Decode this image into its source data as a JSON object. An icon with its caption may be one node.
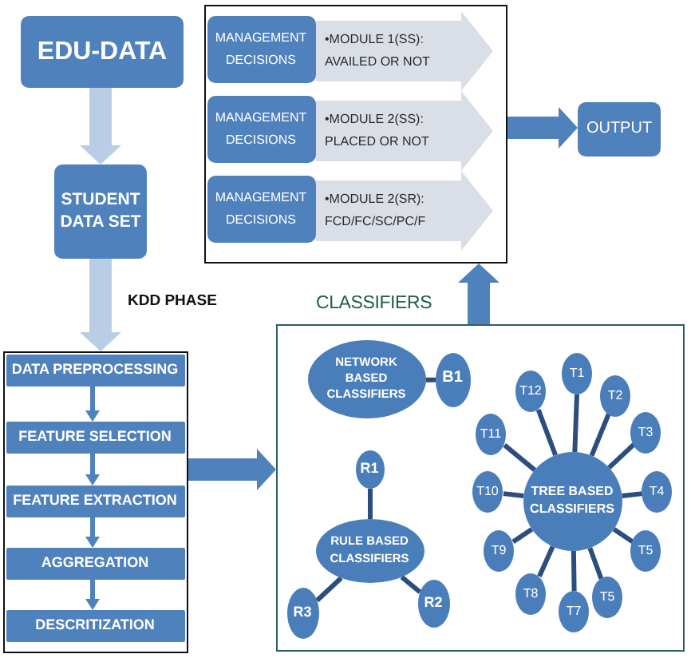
{
  "diagram": {
    "nodes": [
      {
        "text": [
          "EDU-DATA"
        ]
      },
      {
        "text": [],
        "shape": "box"
      },
      {
        "text": [
          "MANAGEMENT DECISIONS"
        ],
        "in": 1
      },
      {
        "text": [
          "•MODULE 1(SS): AVAILED OR NOT"
        ],
        "in": 1
      },
      {
        "text": [
          "MANAGEMENT DECISIONS"
        ],
        "in": 1
      },
      {
        "text": [
          "•MODULE 2(SS): PLACED OR NOT"
        ],
        "in": 1
      },
      {
        "text": [
          "MANAGEMENT DECISIONS"
        ],
        "in": 1
      },
      {
        "text": [
          "•MODULE 2(SR): FCD/FC/SC/PC/F"
        ],
        "in": 1
      },
      {
        "text": [
          "OUTPUT"
        ]
      },
      {
        "text": [
          "STUDENT DATA SET"
        ]
      },
      {
        "text": [],
        "shape": "box"
      },
      {
        "text": [
          "DATA PREPROCESSING"
        ],
        "in": 10
      },
      {
        "text": [
          "FEATURE SELECTION"
        ],
        "in": 10
      },
      {
        "text": [
          "FEATURE EXTRACTION"
        ],
        "in": 10
      },
      {
        "text": [
          "AGGREGATION"
        ],
        "in": 10
      },
      {
        "text": [
          "DESCRITIZATION"
        ],
        "in": 10
      },
      {
        "text": [
          "CLASSIFIERS"
        ]
      },
      {
        "text": [
          "NETWORK BASED CLASSIFIERS"
        ],
        "in": 16
      },
      {
        "text": [
          "B1"
        ],
        "in": 16
      },
      {
        "text": [
          "R1"
        ],
        "in": 16
      },
      {
        "text": [
          "RULE BASED CLASSIFIERS"
        ],
        "in": 16
      },
      {
        "text": [
          "R2"
        ],
        "in": 16
      },
      {
        "text": [
          "R3"
        ],
        "in": 16
      },
      {
        "text": [
          "TREE BASED CLASSIFIERS"
        ],
        "in": 16
      },
      {
        "text": [
          "T1"
        ],
        "in": 16
      },
      {
        "text": [
          "T2"
        ],
        "in": 16
      },
      {
        "text": [
          "T3"
        ],
        "in": 16
      },
      {
        "text": [
          "T4"
        ],
        "in": 16
      },
      {
        "text": [
          "T5"
        ],
        "in": 16
      },
      {
        "text": [
          "T5"
        ],
        "in": 16
      },
      {
        "text": [
          "T7"
        ],
        "in": 16
      },
      {
        "text": [
          "T8"
        ],
        "in": 16
      },
      {
        "text": [
          "T9"
        ],
        "in": 16
      },
      {
        "text": [
          "T10"
        ],
        "in": 16
      },
      {
        "text": [
          "T11"
        ],
        "in": 16
      },
      {
        "text": [
          "T12"
        ],
        "in": 16
      }
    ],
    "edges": [
      {
        "from": 0,
        "to": 9,
        "arrow": "to",
        "style": "thick",
        "color": "#b9cde5"
      },
      {
        "from": 9,
        "to": 10,
        "arrow": "to",
        "style": "thick",
        "color": "#b9cde5",
        "label": "KDD PHASE"
      },
      {
        "from": 1,
        "to": 8,
        "arrow": "to",
        "style": "thick",
        "color": "#4f81bd"
      },
      {
        "from": 10,
        "to": 16,
        "arrow": "to",
        "style": "thick",
        "color": "#4f81bd"
      },
      {
        "from": 16,
        "to": 1,
        "arrow": "to",
        "style": "thick",
        "color": "#4f81bd"
      },
      {
        "from": 11,
        "to": 12,
        "arrow": "to",
        "color": "#4f81bd"
      },
      {
        "from": 12,
        "to": 13,
        "arrow": "to",
        "color": "#4f81bd"
      },
      {
        "from": 13,
        "to": 14,
        "arrow": "to",
        "color": "#4f81bd"
      },
      {
        "from": 14,
        "to": 15,
        "arrow": "to",
        "color": "#4f81bd"
      },
      {
        "from": 17,
        "to": 18,
        "arrow": "none"
      },
      {
        "from": 19,
        "to": 20,
        "arrow": "none"
      },
      {
        "from": 20,
        "to": 21,
        "arrow": "none"
      },
      {
        "from": 20,
        "to": 22,
        "arrow": "none"
      },
      {
        "from": 23,
        "to": 24,
        "arrow": "none"
      },
      {
        "from": 23,
        "to": 25,
        "arrow": "none"
      },
      {
        "from": 23,
        "to": 26,
        "arrow": "none"
      },
      {
        "from": 23,
        "to": 27,
        "arrow": "none"
      },
      {
        "from": 23,
        "to": 28,
        "arrow": "none"
      },
      {
        "from": 23,
        "to": 29,
        "arrow": "none"
      },
      {
        "from": 23,
        "to": 30,
        "arrow": "none"
      },
      {
        "from": 23,
        "to": 31,
        "arrow": "none"
      },
      {
        "from": 23,
        "to": 32,
        "arrow": "none"
      },
      {
        "from": 23,
        "to": 33,
        "arrow": "none"
      },
      {
        "from": 23,
        "to": 34,
        "arrow": "none"
      },
      {
        "from": 23,
        "to": 35,
        "arrow": "none"
      }
    ]
  }
}
